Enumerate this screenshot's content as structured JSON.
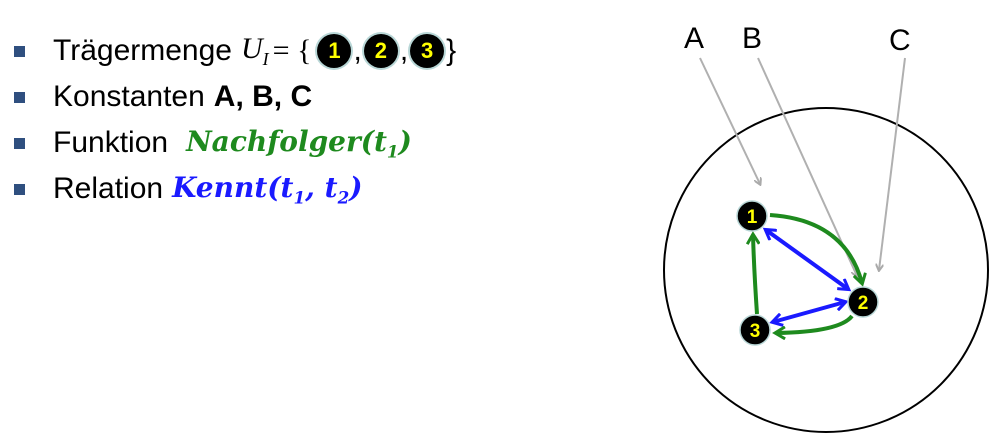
{
  "list": {
    "item1": {
      "label": "Trägermenge",
      "set_symbol": "U",
      "set_sub": "I",
      "equals_open": "= {",
      "close": "}",
      "nodes": [
        "1",
        "2",
        "3"
      ],
      "sep": ","
    },
    "item2": {
      "label": "Konstanten",
      "constants": "A, B, C"
    },
    "item3": {
      "label": "Funktion",
      "fn": "Nachfolger(t",
      "fn_sub": "1",
      "fn_close": ")"
    },
    "item4": {
      "label": "Relation",
      "rel": "Kennt(t",
      "rel_sub1": "1",
      "rel_mid": ", t",
      "rel_sub2": "2",
      "rel_close": ")"
    }
  },
  "diagram": {
    "labels": [
      "A",
      "B",
      "C"
    ],
    "nodes": [
      "1",
      "2",
      "3"
    ],
    "colors": {
      "function": "#1e8a1e",
      "relation": "#1a1aff",
      "pointer": "#b0b0b0"
    }
  }
}
